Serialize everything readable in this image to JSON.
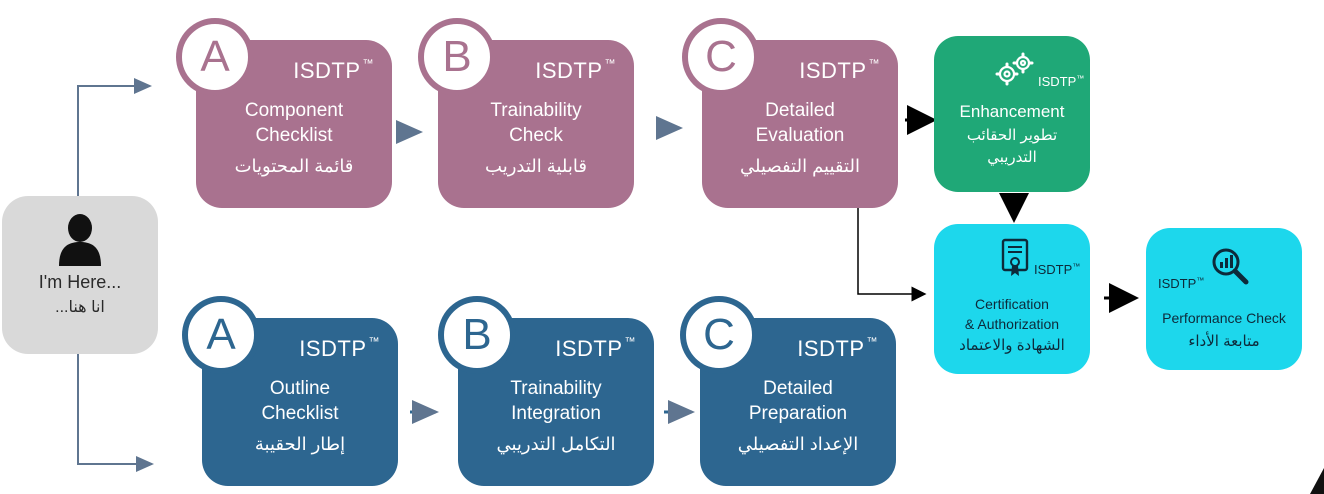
{
  "brand": {
    "name": "ISDTP",
    "tm": "™"
  },
  "colors": {
    "purple": "#a9728f",
    "blue": "#2d6690",
    "green": "#1fa877",
    "cyan": "#1dd7ec",
    "gray": "#d9d9d9"
  },
  "user": {
    "label_en": "I'm Here...",
    "label_ar": "انا هنا..."
  },
  "top_row": [
    {
      "letter": "A",
      "title_line1": "Component",
      "title_line2": "Checklist",
      "arabic": "قائمة المحتويات"
    },
    {
      "letter": "B",
      "title_line1": "Trainability",
      "title_line2": "Check",
      "arabic": "قابلية التدريب"
    },
    {
      "letter": "C",
      "title_line1": "Detailed",
      "title_line2": "Evaluation",
      "arabic": "التقييم التفصيلي"
    }
  ],
  "bottom_row": [
    {
      "letter": "A",
      "title_line1": "Outline",
      "title_line2": "Checklist",
      "arabic": "إطار الحقيبة"
    },
    {
      "letter": "B",
      "title_line1": "Trainability",
      "title_line2": "Integration",
      "arabic": "التكامل التدريبي"
    },
    {
      "letter": "C",
      "title_line1": "Detailed",
      "title_line2": "Preparation",
      "arabic": "الإعداد التفصيلي"
    }
  ],
  "enhancement": {
    "icon": "gears-icon",
    "label_en": "Enhancement",
    "label_ar_line1": "تطوير الحقائب",
    "label_ar_line2": "التدريبي"
  },
  "certification": {
    "icon": "certificate-icon",
    "label_en_line1": "Certification",
    "label_en_line2": "& Authorization",
    "label_ar": "الشهادة والاعتماد"
  },
  "performance": {
    "icon": "magnifier-chart-icon",
    "label_en": "Performance Check",
    "label_ar": "متابعة الأداء"
  }
}
